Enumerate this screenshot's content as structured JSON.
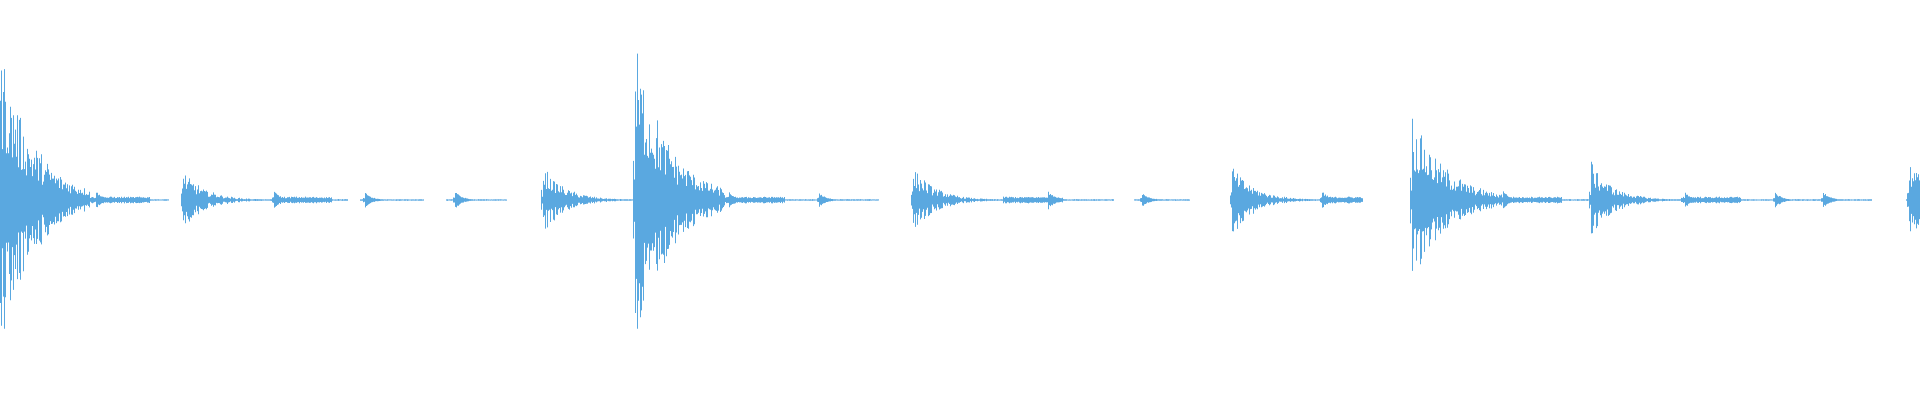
{
  "colors": {
    "background": "#ffffff",
    "waveform": "#5aa8e0"
  },
  "waveform": {
    "amplitude_scale": 0.8,
    "baseline_amplitude": 0.004,
    "events": [
      {
        "time": 0.0,
        "peak": 0.98,
        "kind": "hit"
      },
      {
        "time": 0.05,
        "peak": 0.06,
        "kind": "blip"
      },
      {
        "time": 0.095,
        "peak": 0.2,
        "kind": "hit"
      },
      {
        "time": 0.143,
        "peak": 0.06,
        "kind": "blip"
      },
      {
        "time": 0.19,
        "peak": 0.05,
        "kind": "blip"
      },
      {
        "time": 0.237,
        "peak": 0.06,
        "kind": "blip"
      },
      {
        "time": 0.283,
        "peak": 0.22,
        "kind": "hit"
      },
      {
        "time": 0.331,
        "peak": 1.0,
        "kind": "hit"
      },
      {
        "time": 0.38,
        "peak": 0.05,
        "kind": "blip"
      },
      {
        "time": 0.427,
        "peak": 0.05,
        "kind": "blip"
      },
      {
        "time": 0.476,
        "peak": 0.22,
        "kind": "hit"
      },
      {
        "time": 0.546,
        "peak": 0.06,
        "kind": "blip"
      },
      {
        "time": 0.595,
        "peak": 0.05,
        "kind": "blip"
      },
      {
        "time": 0.642,
        "peak": 0.23,
        "kind": "hit"
      },
      {
        "time": 0.689,
        "peak": 0.06,
        "kind": "blip"
      },
      {
        "time": 0.736,
        "peak": 0.56,
        "kind": "hit"
      },
      {
        "time": 0.783,
        "peak": 0.06,
        "kind": "blip"
      },
      {
        "time": 0.829,
        "peak": 0.25,
        "kind": "hit"
      },
      {
        "time": 0.878,
        "peak": 0.05,
        "kind": "blip"
      },
      {
        "time": 0.925,
        "peak": 0.05,
        "kind": "blip"
      },
      {
        "time": 0.95,
        "peak": 0.05,
        "kind": "blip"
      },
      {
        "time": 0.995,
        "peak": 0.26,
        "kind": "hit"
      }
    ],
    "gaps": [
      [
        0.088,
        0.094
      ],
      [
        0.181,
        0.187
      ],
      [
        0.221,
        0.232
      ],
      [
        0.264,
        0.281
      ],
      [
        0.458,
        0.474
      ],
      [
        0.58,
        0.59
      ],
      [
        0.62,
        0.64
      ],
      [
        0.71,
        0.734
      ],
      [
        0.975,
        0.992
      ]
    ]
  }
}
